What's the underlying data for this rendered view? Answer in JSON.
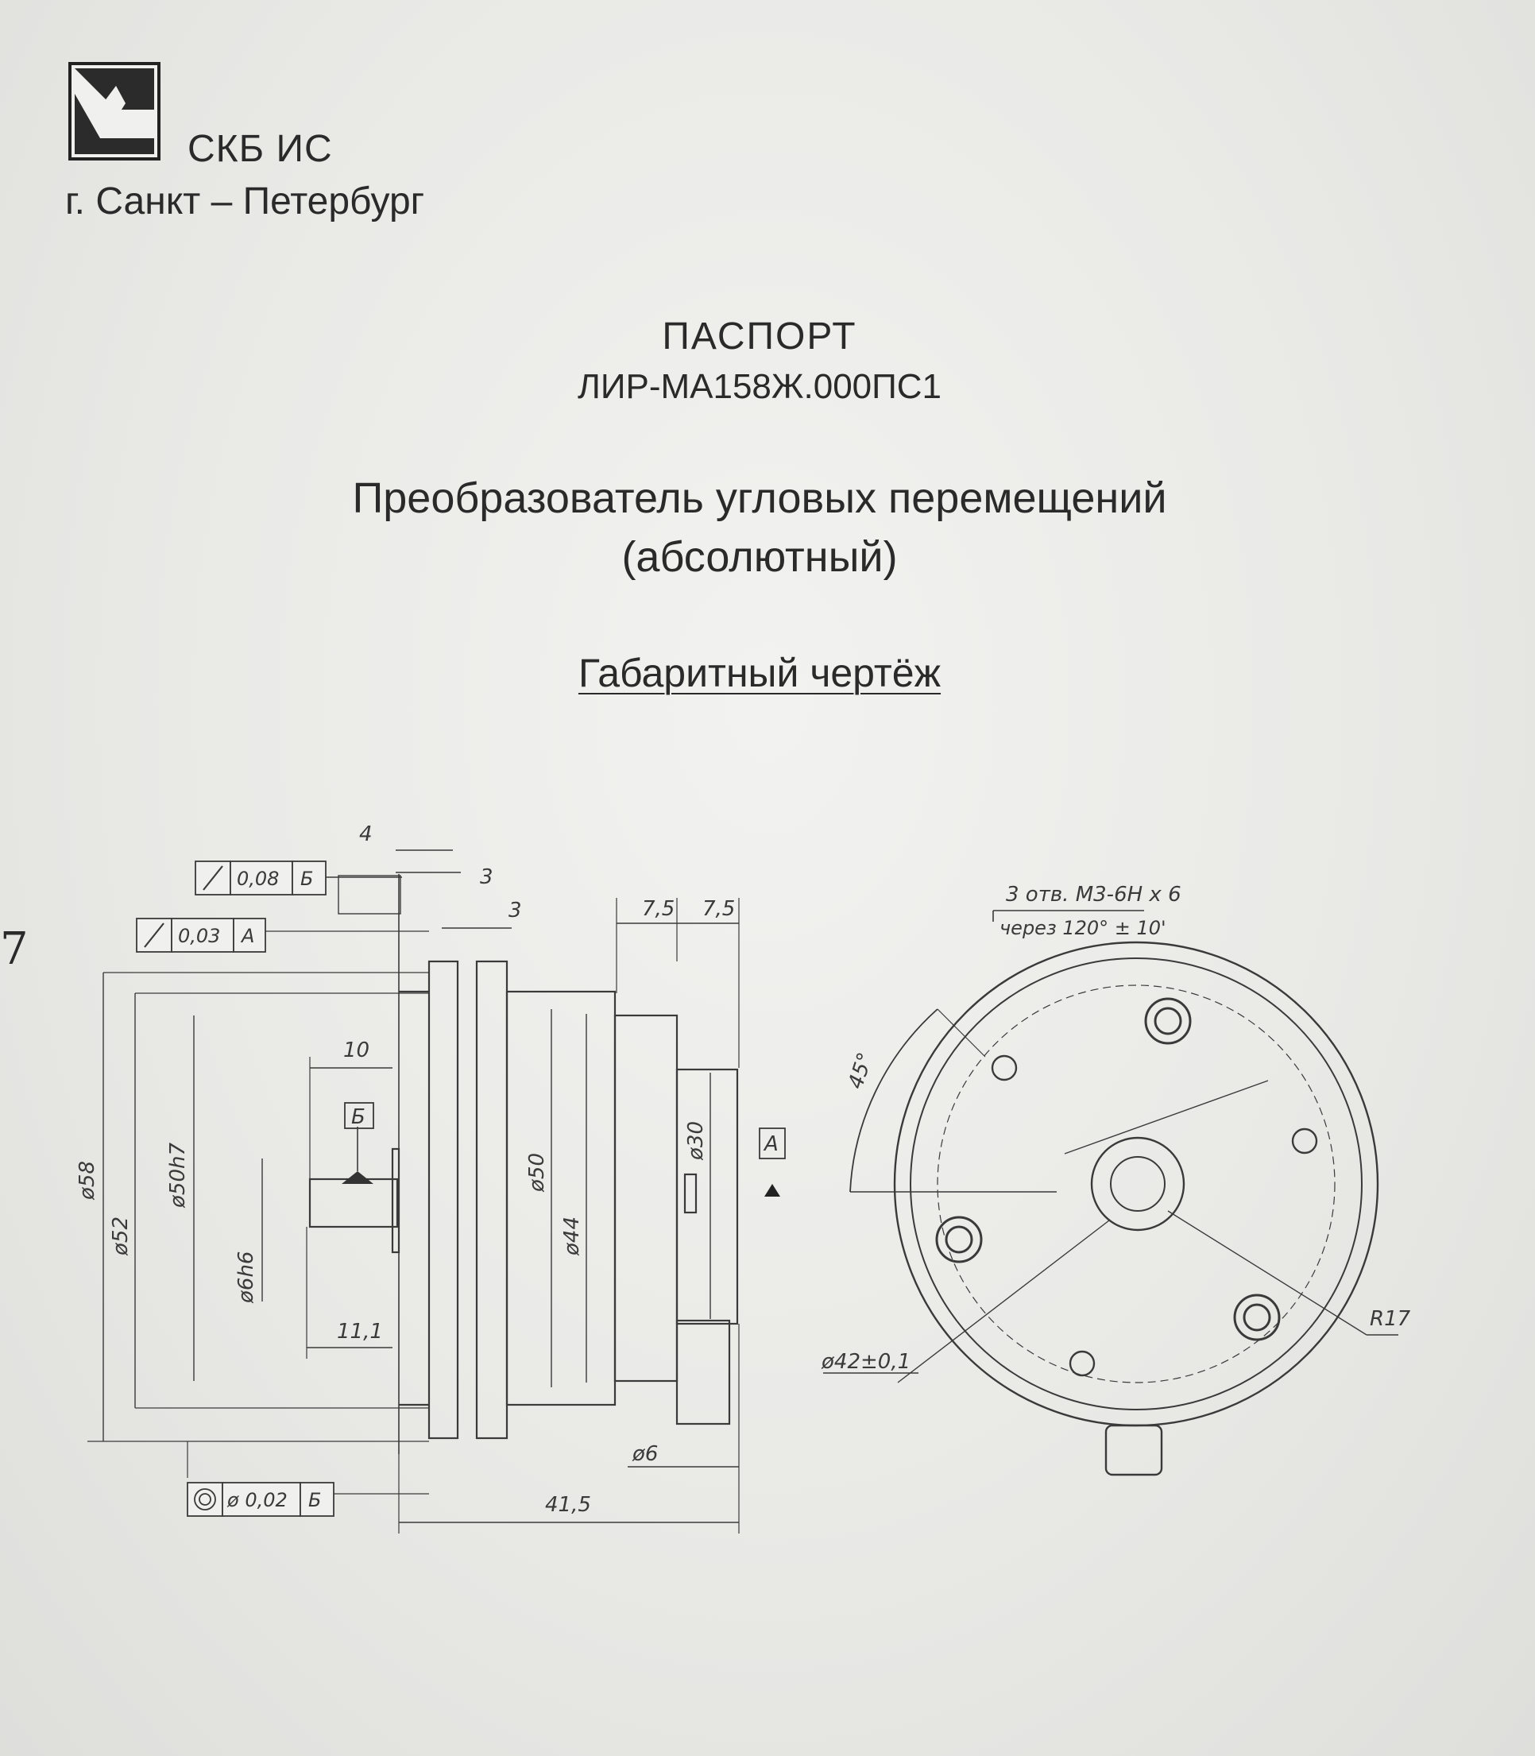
{
  "header": {
    "logo_name": "logo-skb-is",
    "organization": "СКБ ИС",
    "city": "г. Санкт – Петербург"
  },
  "document": {
    "type": "ПАСПОРТ",
    "code": "ЛИР-МА158Ж.000ПС1",
    "title_line1": "Преобразователь угловых перемещений",
    "title_line2": "(абсолютный)",
    "section": "Габаритный чертёж"
  },
  "margin_mark": "7",
  "drawing": {
    "side_view": {
      "dims_top": [
        "4",
        "3",
        "3",
        "7,5",
        "7,5"
      ],
      "tolerance_frames": [
        {
          "symbol": "runout-icon",
          "value": "0,08",
          "datum": "Б"
        },
        {
          "symbol": "runout-icon",
          "value": "0,03",
          "datum": "А"
        },
        {
          "symbol": "concentricity-icon",
          "value": "ø 0,02",
          "datum": "Б"
        }
      ],
      "diameters": [
        "ø58",
        "ø52",
        "ø50h7",
        "ø6h6",
        "ø50",
        "ø44",
        "ø30"
      ],
      "dims_inner": [
        "10",
        "11,1"
      ],
      "datum_labels": [
        "Б",
        "А"
      ],
      "dims_bottom": [
        "ø6",
        "41,5"
      ]
    },
    "front_view": {
      "thread_note_line1": "3 отв. М3-6Н х 6",
      "thread_note_line2": "через 120° ± 10'",
      "angle": "45°",
      "pcd": "ø42±0,1",
      "radius": "R17"
    }
  }
}
